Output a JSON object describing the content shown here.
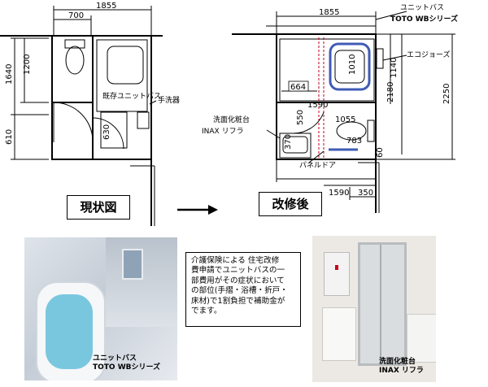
{
  "before": {
    "dims": {
      "total_width": "1855",
      "toilet_width": "700",
      "left_upper": "1640",
      "toilet_depth": "1200",
      "lower": "610",
      "bath_630": "630"
    },
    "labels": {
      "bath": "既存ユニットバス",
      "sink": "手洗器"
    },
    "title": "現状図"
  },
  "after": {
    "dims": {
      "total_width": "1855",
      "d1010": "1010",
      "d664": "664",
      "d1140": "1140",
      "d2180": "2180",
      "d2250": "2250",
      "d1590": "1590",
      "d550": "550",
      "d1055": "1055",
      "d783": "783",
      "d370": "370",
      "d60": "60",
      "d350": "350"
    },
    "labels": {
      "unit_bath_1": "ユニットバス",
      "unit_bath_2": "TOTO WBシリーズ",
      "ecojoze": "エコジョーズ",
      "vanity_1": "洗面化粧台",
      "vanity_2": "INAX リフラ",
      "panel_door": "パネルドア"
    },
    "title": "改修後"
  },
  "note": {
    "lines": [
      "介護保険による 住宅改修",
      "費申請でユニットバスの一",
      "部費用がその症状において",
      "の部位(手摺・浴槽・折戸・",
      "床材)で1割負担で補助金が",
      "でます。"
    ]
  },
  "photo_captions": {
    "bath_1": "ユニットバス",
    "bath_2": "TOTO WBシリーズ",
    "vanity_1": "洗面化粧台",
    "vanity_2": "INAX リフラ"
  },
  "colors": {
    "tub": "#3f5bb5",
    "accent_red": "#c8001e",
    "tub_water": "#79c7de"
  }
}
